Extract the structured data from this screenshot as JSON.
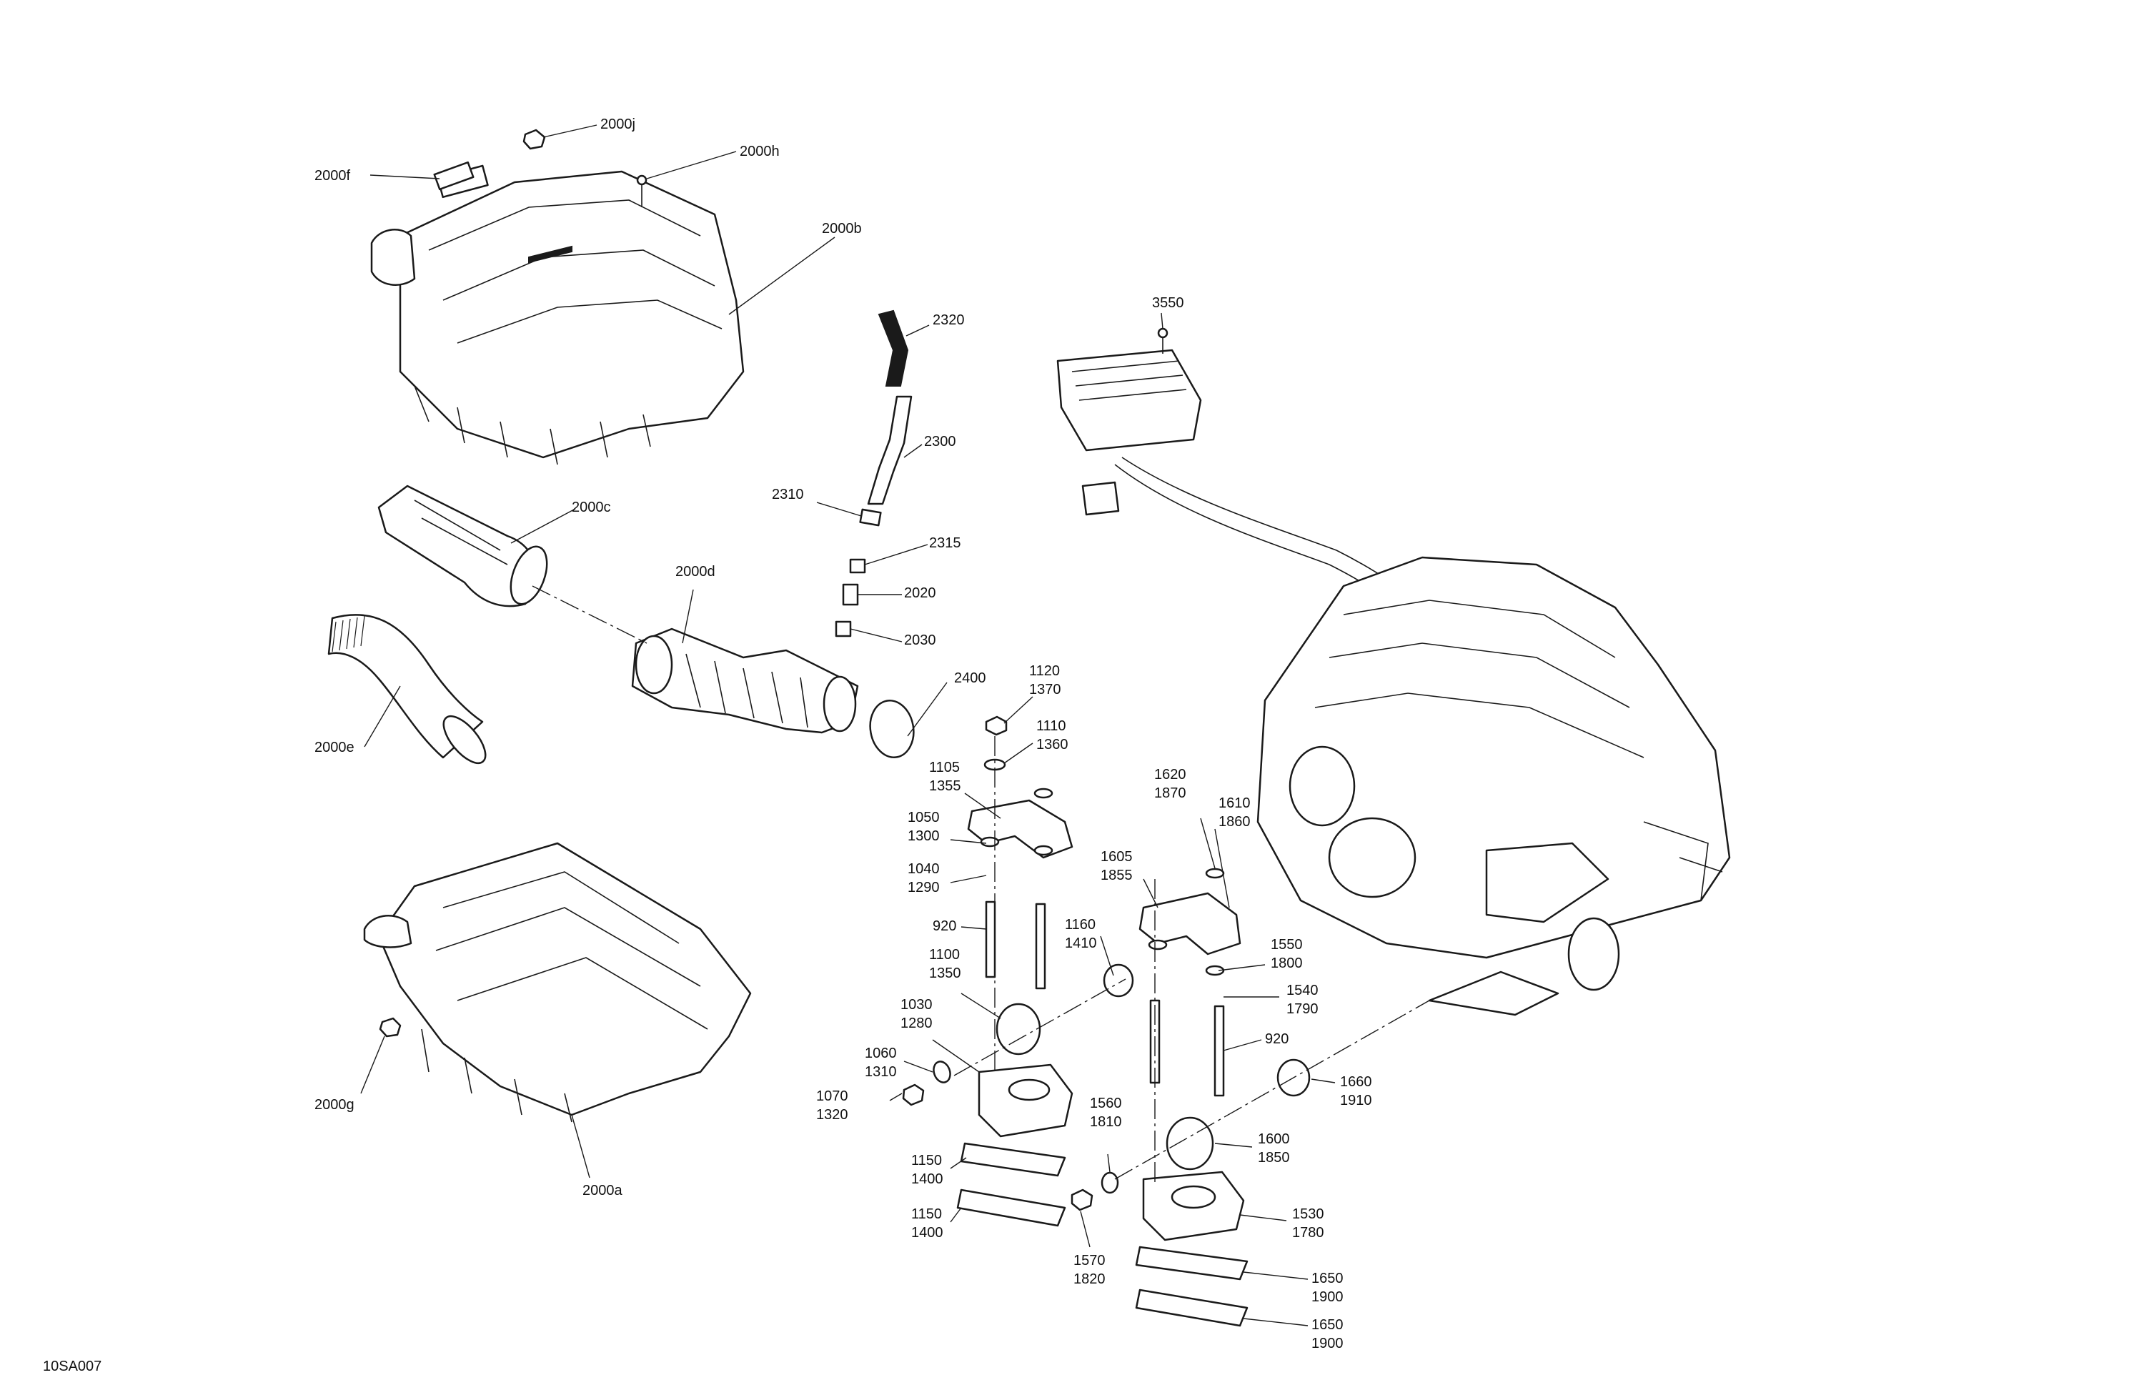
{
  "figure_code": "10SA007",
  "callouts": [
    {
      "id": "c-2000j",
      "lines": [
        "2000j"
      ]
    },
    {
      "id": "c-2000h",
      "lines": [
        "2000h"
      ]
    },
    {
      "id": "c-2000f",
      "lines": [
        "2000f"
      ]
    },
    {
      "id": "c-2000b",
      "lines": [
        "2000b"
      ]
    },
    {
      "id": "c-2320",
      "lines": [
        "2320"
      ]
    },
    {
      "id": "c-3550",
      "lines": [
        "3550"
      ]
    },
    {
      "id": "c-2300",
      "lines": [
        "2300"
      ]
    },
    {
      "id": "c-2310",
      "lines": [
        "2310"
      ]
    },
    {
      "id": "c-2000c",
      "lines": [
        "2000c"
      ]
    },
    {
      "id": "c-2315",
      "lines": [
        "2315"
      ]
    },
    {
      "id": "c-2000d",
      "lines": [
        "2000d"
      ]
    },
    {
      "id": "c-2020",
      "lines": [
        "2020"
      ]
    },
    {
      "id": "c-2030",
      "lines": [
        "2030"
      ]
    },
    {
      "id": "c-2400",
      "lines": [
        "2400"
      ]
    },
    {
      "id": "c-1120",
      "lines": [
        "1120",
        "1370"
      ]
    },
    {
      "id": "c-1110",
      "lines": [
        "1110",
        "1360"
      ]
    },
    {
      "id": "c-2000e",
      "lines": [
        "2000e"
      ]
    },
    {
      "id": "c-1105",
      "lines": [
        "1105",
        "1355"
      ]
    },
    {
      "id": "c-1620",
      "lines": [
        "1620",
        "1870"
      ]
    },
    {
      "id": "c-1610",
      "lines": [
        "1610",
        "1860"
      ]
    },
    {
      "id": "c-1050",
      "lines": [
        "1050",
        "1300"
      ]
    },
    {
      "id": "c-1605",
      "lines": [
        "1605",
        "1855"
      ]
    },
    {
      "id": "c-1040",
      "lines": [
        "1040",
        "1290"
      ]
    },
    {
      "id": "c-920a",
      "lines": [
        "920"
      ]
    },
    {
      "id": "c-1160",
      "lines": [
        "1160",
        "1410"
      ]
    },
    {
      "id": "c-1550",
      "lines": [
        "1550",
        "1800"
      ]
    },
    {
      "id": "c-1100",
      "lines": [
        "1100",
        "1350"
      ]
    },
    {
      "id": "c-1540",
      "lines": [
        "1540",
        "1790"
      ]
    },
    {
      "id": "c-1030",
      "lines": [
        "1030",
        "1280"
      ]
    },
    {
      "id": "c-920b",
      "lines": [
        "920"
      ]
    },
    {
      "id": "c-1060",
      "lines": [
        "1060",
        "1310"
      ]
    },
    {
      "id": "c-1660",
      "lines": [
        "1660",
        "1910"
      ]
    },
    {
      "id": "c-2000g",
      "lines": [
        "2000g"
      ]
    },
    {
      "id": "c-1070",
      "lines": [
        "1070",
        "1320"
      ]
    },
    {
      "id": "c-1560",
      "lines": [
        "1560",
        "1810"
      ]
    },
    {
      "id": "c-1600",
      "lines": [
        "1600",
        "1850"
      ]
    },
    {
      "id": "c-1150a",
      "lines": [
        "1150",
        "1400"
      ]
    },
    {
      "id": "c-2000a",
      "lines": [
        "2000a"
      ]
    },
    {
      "id": "c-1150b",
      "lines": [
        "1150",
        "1400"
      ]
    },
    {
      "id": "c-1530",
      "lines": [
        "1530",
        "1780"
      ]
    },
    {
      "id": "c-1570",
      "lines": [
        "1570",
        "1820"
      ]
    },
    {
      "id": "c-1650a",
      "lines": [
        "1650",
        "1900"
      ]
    },
    {
      "id": "c-1650b",
      "lines": [
        "1650",
        "1900"
      ]
    }
  ]
}
